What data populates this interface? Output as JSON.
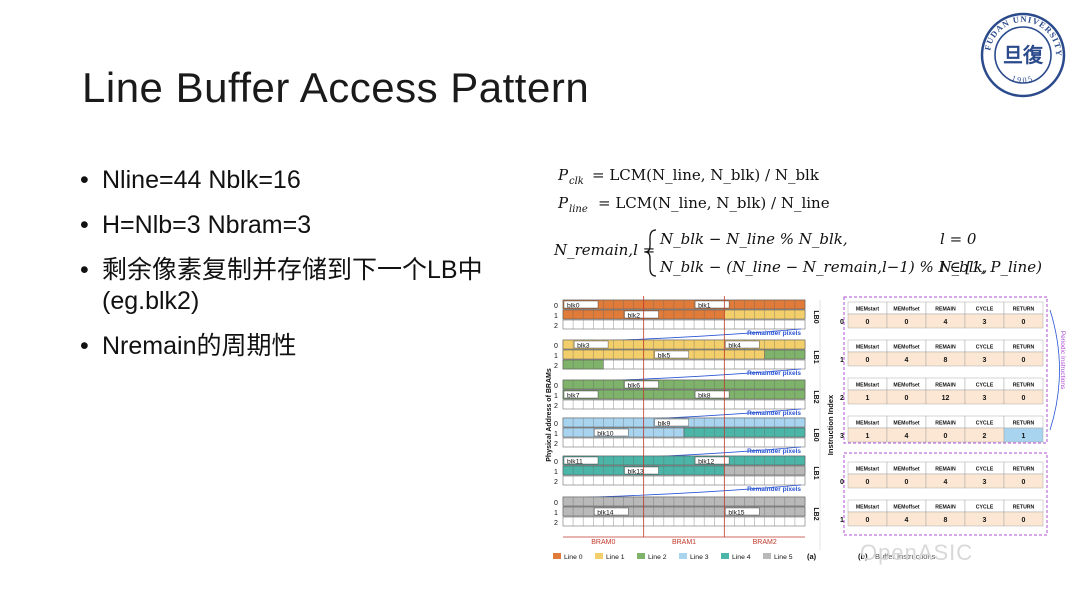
{
  "title": "Line Buffer Access Pattern",
  "logo": {
    "ring_text": "FUDAN UNIVERSITY",
    "year": "1905",
    "center_glyph": "旦復"
  },
  "bullets": [
    "Nline=44 Nblk=16",
    "H=Nlb=3 Nbram=3",
    "剩余像素复制并存储到下一个LB中(eg.blk2)",
    "Nremain的周期性"
  ],
  "formula": {
    "pclk_lhs": "P",
    "pclk_sub": "clk",
    "pclk_rhs": "= LCM(N_line, N_blk) / N_blk",
    "pline_lhs": "P",
    "pline_sub": "line",
    "pline_rhs": "= LCM(N_line, N_blk) / N_line",
    "nremain_lhs": "N_remain,l =",
    "case1": "N_blk − N_line % N_blk,",
    "case1_cond": "l = 0",
    "case2": "N_blk − (N_line − N_remain,l−1) % N_blk,",
    "case2_cond": "l ∈ [1, P_line)"
  },
  "figure_a": {
    "yaxis_label": "Physical Address of BRAMs",
    "remainder_label": "Remainder pixels",
    "bram_labels": [
      "BRAM0",
      "BRAM1",
      "BRAM2"
    ],
    "legend": [
      "Line 0",
      "Line 1",
      "Line 2",
      "Line 3",
      "Line 4",
      "Line 5"
    ],
    "legend_colors": [
      "#e07b3a",
      "#f2cf6b",
      "#7fb26a",
      "#a9d4ef",
      "#4bb5a8",
      "#b9b9b9"
    ],
    "panel_tag": "(a)",
    "groups": [
      {
        "lb": "LB0",
        "blocks": [
          "blk0",
          "blk1",
          "blk2"
        ]
      },
      {
        "lb": "LB1",
        "blocks": [
          "blk3",
          "blk4",
          "blk5"
        ]
      },
      {
        "lb": "LB2",
        "blocks": [
          "blk6",
          "blk7",
          "blk8"
        ]
      },
      {
        "lb": "LB0",
        "blocks": [
          "blk9",
          "blk10"
        ]
      },
      {
        "lb": "LB1",
        "blocks": [
          "blk11",
          "blk12",
          "blk13"
        ]
      },
      {
        "lb": "LB2",
        "blocks": [
          "blk14",
          "blk15"
        ]
      }
    ]
  },
  "figure_b": {
    "yaxis_label": "Instruction Index",
    "right_label": "Periodic Instructions",
    "panel_tag": "(b)",
    "caption": "Buffer Instructions",
    "headers": [
      "MEMstart",
      "MEMoffset",
      "REMAIN",
      "CYCLE",
      "RETURN"
    ],
    "rows": [
      {
        "idx": "0",
        "vals": [
          "0",
          "0",
          "4",
          "3",
          "0"
        ]
      },
      {
        "idx": "1",
        "vals": [
          "0",
          "4",
          "8",
          "3",
          "0"
        ]
      },
      {
        "idx": "2",
        "vals": [
          "1",
          "0",
          "12",
          "3",
          "0"
        ]
      },
      {
        "idx": "3",
        "vals": [
          "1",
          "4",
          "0",
          "2",
          "1"
        ]
      },
      {
        "idx": "0",
        "vals": [
          "0",
          "0",
          "4",
          "3",
          "0"
        ]
      },
      {
        "idx": "1",
        "vals": [
          "0",
          "4",
          "8",
          "3",
          "0"
        ]
      }
    ]
  },
  "watermark": "OpenASIC"
}
